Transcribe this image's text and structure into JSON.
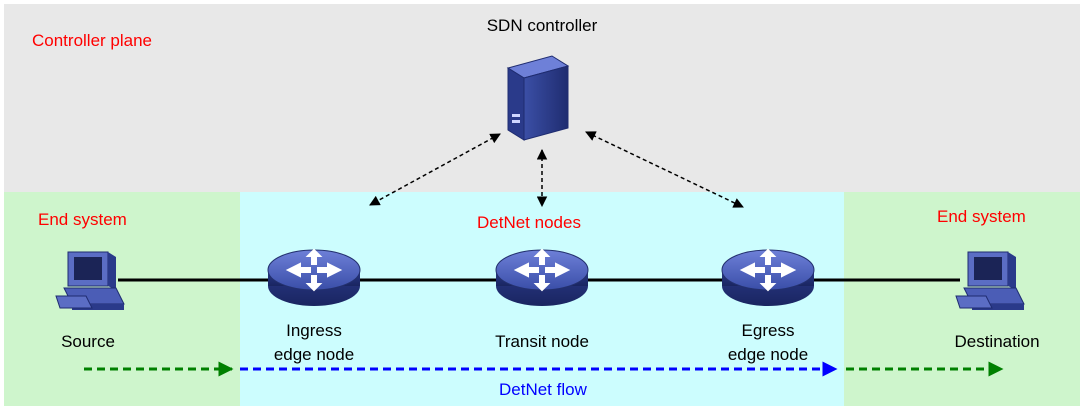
{
  "labels": {
    "controller_plane": "Controller plane",
    "sdn_controller": "SDN controller",
    "end_system_left": "End system",
    "end_system_right": "End system",
    "detnet_nodes": "DetNet nodes",
    "source": "Source",
    "ingress_line1": "Ingress",
    "ingress_line2": "edge node",
    "transit": "Transit node",
    "egress_line1": "Egress",
    "egress_line2": "edge node",
    "destination": "Destination",
    "detnet_flow": "DetNet flow"
  },
  "colors": {
    "controller_plane_bg": "#e8e8e8",
    "end_system_bg": "#cef5cc",
    "detnet_bg": "#ccfdfe",
    "label_red": "#ff0000",
    "flow_green": "#008000",
    "flow_blue": "#0000ff",
    "device_blue": "#2b3d8c"
  },
  "icons": {
    "controller": "server-icon",
    "ingress": "router-icon",
    "transit": "router-icon",
    "egress": "router-icon",
    "source": "workstation-icon",
    "destination": "workstation-icon"
  }
}
